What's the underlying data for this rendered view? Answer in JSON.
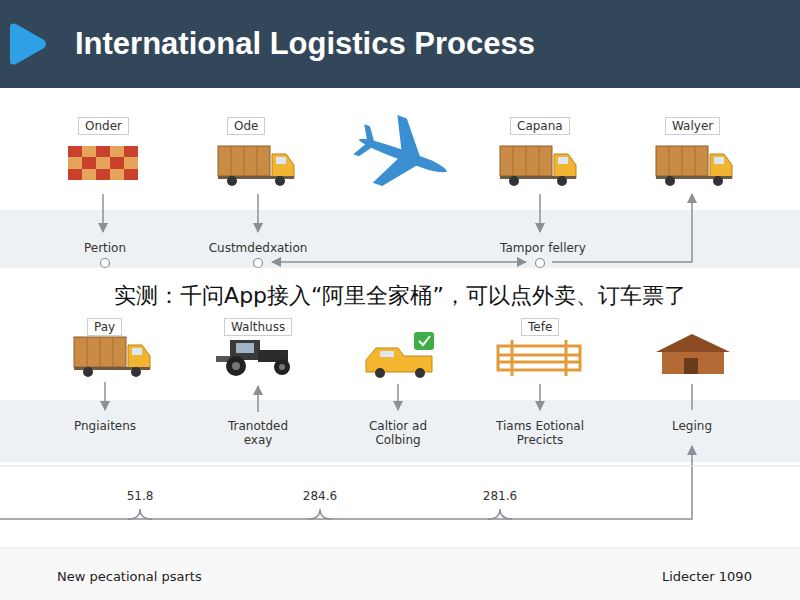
{
  "diagram": {
    "title": "International Logistics Process",
    "nodes": [
      {
        "text": [
          "Onder"
        ]
      },
      {
        "text": [
          "Ode"
        ]
      },
      {
        "text": [
          "Capana"
        ]
      },
      {
        "text": [
          "Walyer"
        ]
      },
      {
        "text": [
          "Pay"
        ]
      },
      {
        "text": [
          "Walthuss"
        ]
      },
      {
        "text": [
          "Tefe"
        ]
      }
    ],
    "labels": [
      "Pertion",
      "Custmdedxation",
      "Tampor fellery",
      "实测：千问App接入“阿里全家桶”，可以点外卖、订车票了",
      "Pngiaitens",
      "Tranotded exay",
      "Caltior ad Colbing",
      "Tiams Eotional Precicts",
      "Leging",
      "51.8",
      "284.6",
      "281.6",
      "New pecational psarts",
      "Lidecter 1090"
    ]
  }
}
